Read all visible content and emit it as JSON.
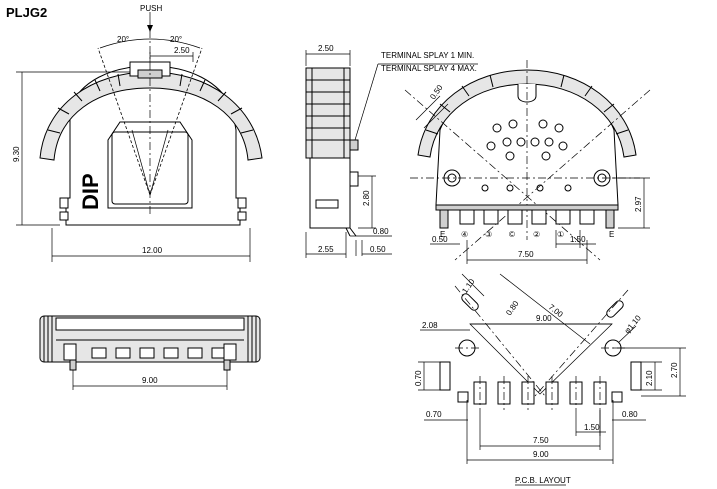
{
  "title": "PLJG2",
  "front_view": {
    "push": "PUSH",
    "angle_left": "20°",
    "angle_right": "20°",
    "dim_top": "2.50",
    "dim_height": "9.30",
    "dim_width": "12.00",
    "body_marking": "DIP"
  },
  "side_view": {
    "dim_top": "2.50",
    "note1": "TERMINAL SPLAY 1 MIN.",
    "note2": "TERMINAL SPLAY 4 MAX.",
    "dim_280": "2.80",
    "dim_080": "0.80",
    "dim_255": "2.55",
    "dim_050": "0.50"
  },
  "rear_view": {
    "dim_050": "0.50",
    "dim_297": "2.97",
    "dim_050b": "0.50",
    "dim_150": "1.50",
    "dim_750": "7.50",
    "pin_labels": [
      "E",
      "④",
      "③",
      "©",
      "②",
      "①",
      "E"
    ]
  },
  "bottom_view": {
    "dim_900": "9.00"
  },
  "pcb_layout": {
    "dim_110": "1.10",
    "dim_080d": "0.80",
    "dim_700": "7.00",
    "dim_900top": "9.00",
    "dim_208": "2.08",
    "dim_dia110": "φ1.10",
    "dim_070v": "0.70",
    "dim_210": "2.10",
    "dim_270": "2.70",
    "dim_070h": "0.70",
    "dim_080h": "0.80",
    "dim_750": "7.50",
    "dim_150": "1.50",
    "dim_900": "9.00",
    "caption": "P.C.B. LAYOUT"
  }
}
